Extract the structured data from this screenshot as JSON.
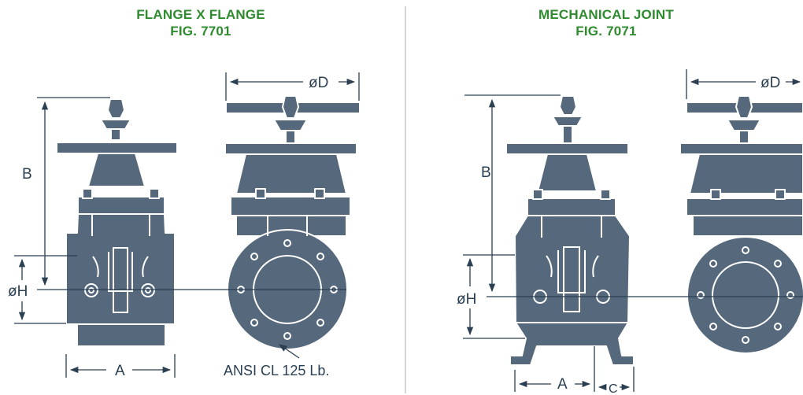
{
  "left_figure": {
    "title_line1": "FLANGE X FLANGE",
    "title_line2": "FIG. 7701",
    "dim_B": "B",
    "dim_H": "øH",
    "dim_A": "A",
    "dim_D": "øD",
    "note": "ANSI CL 125 Lb."
  },
  "right_figure": {
    "title_line1": "MECHANICAL JOINT",
    "title_line2": "FIG. 7071",
    "dim_B": "B",
    "dim_H": "øH",
    "dim_A": "A",
    "dim_C": "C",
    "dim_D": "øD"
  },
  "colors": {
    "title": "#2e8b2e",
    "valve_fill": "#56687c",
    "outline": "#ffffff",
    "dimension": "#2a3f52",
    "divider": "#c8c8c8"
  }
}
